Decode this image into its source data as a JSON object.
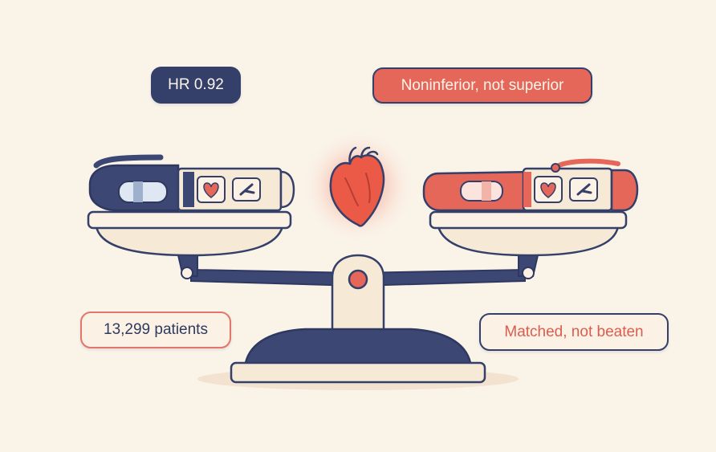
{
  "labels": {
    "hazard_ratio": "HR 0.92",
    "verdict": "Noninferior, not superior",
    "patients": "13,299 patients",
    "outcome": "Matched, not beaten"
  },
  "icons": {
    "left_pen": "injection-pen-icon",
    "right_pen": "injection-pen-icon",
    "heart": "anatomical-heart-icon",
    "scale": "balance-scale-icon"
  },
  "colors": {
    "background": "#faf3e8",
    "navy": "#34406a",
    "coral": "#e5675a",
    "cream": "#fbf1e4",
    "heart_glow": "#f7a89a"
  }
}
